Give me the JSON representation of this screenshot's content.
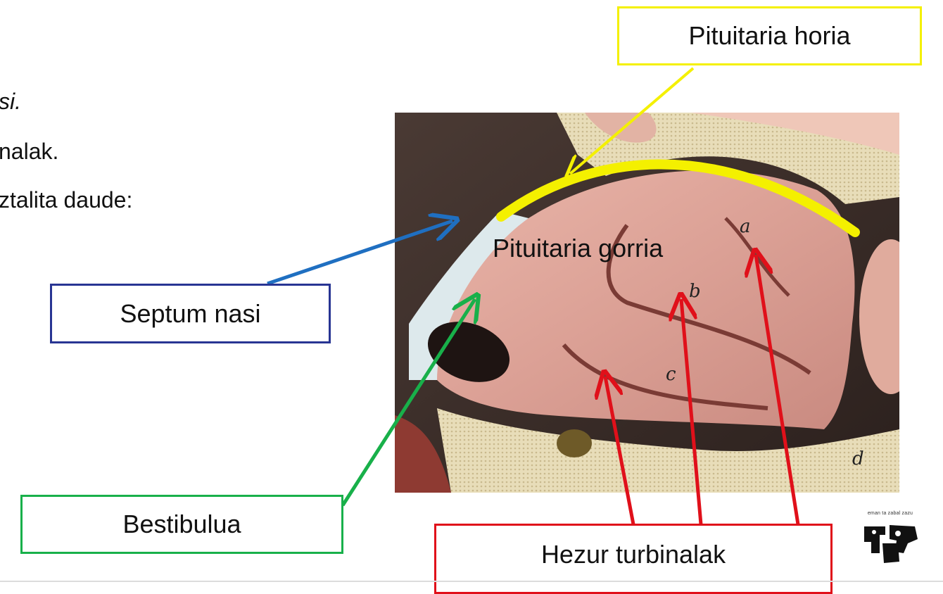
{
  "fragments": {
    "line1": "si.",
    "line2": "nalak.",
    "line3": "ztalita daude:"
  },
  "labels": {
    "pituitaria_horia": "Pituitaria horia",
    "pituitaria_gorria": "Pituitaria gorria",
    "septum_nasi": "Septum nasi",
    "bestibulua": "Bestibulua",
    "hezur_turbinalak": "Hezur turbinalak"
  },
  "logo": {
    "text": "eman ta zabal zazu"
  },
  "colors": {
    "pituitaria_horia": "#f4f000",
    "septum_nasi": "#283593",
    "septum_arrow": "#1f6fc1",
    "bestibulua": "#18b04a",
    "hezur_turbinalak": "#e0101a"
  }
}
